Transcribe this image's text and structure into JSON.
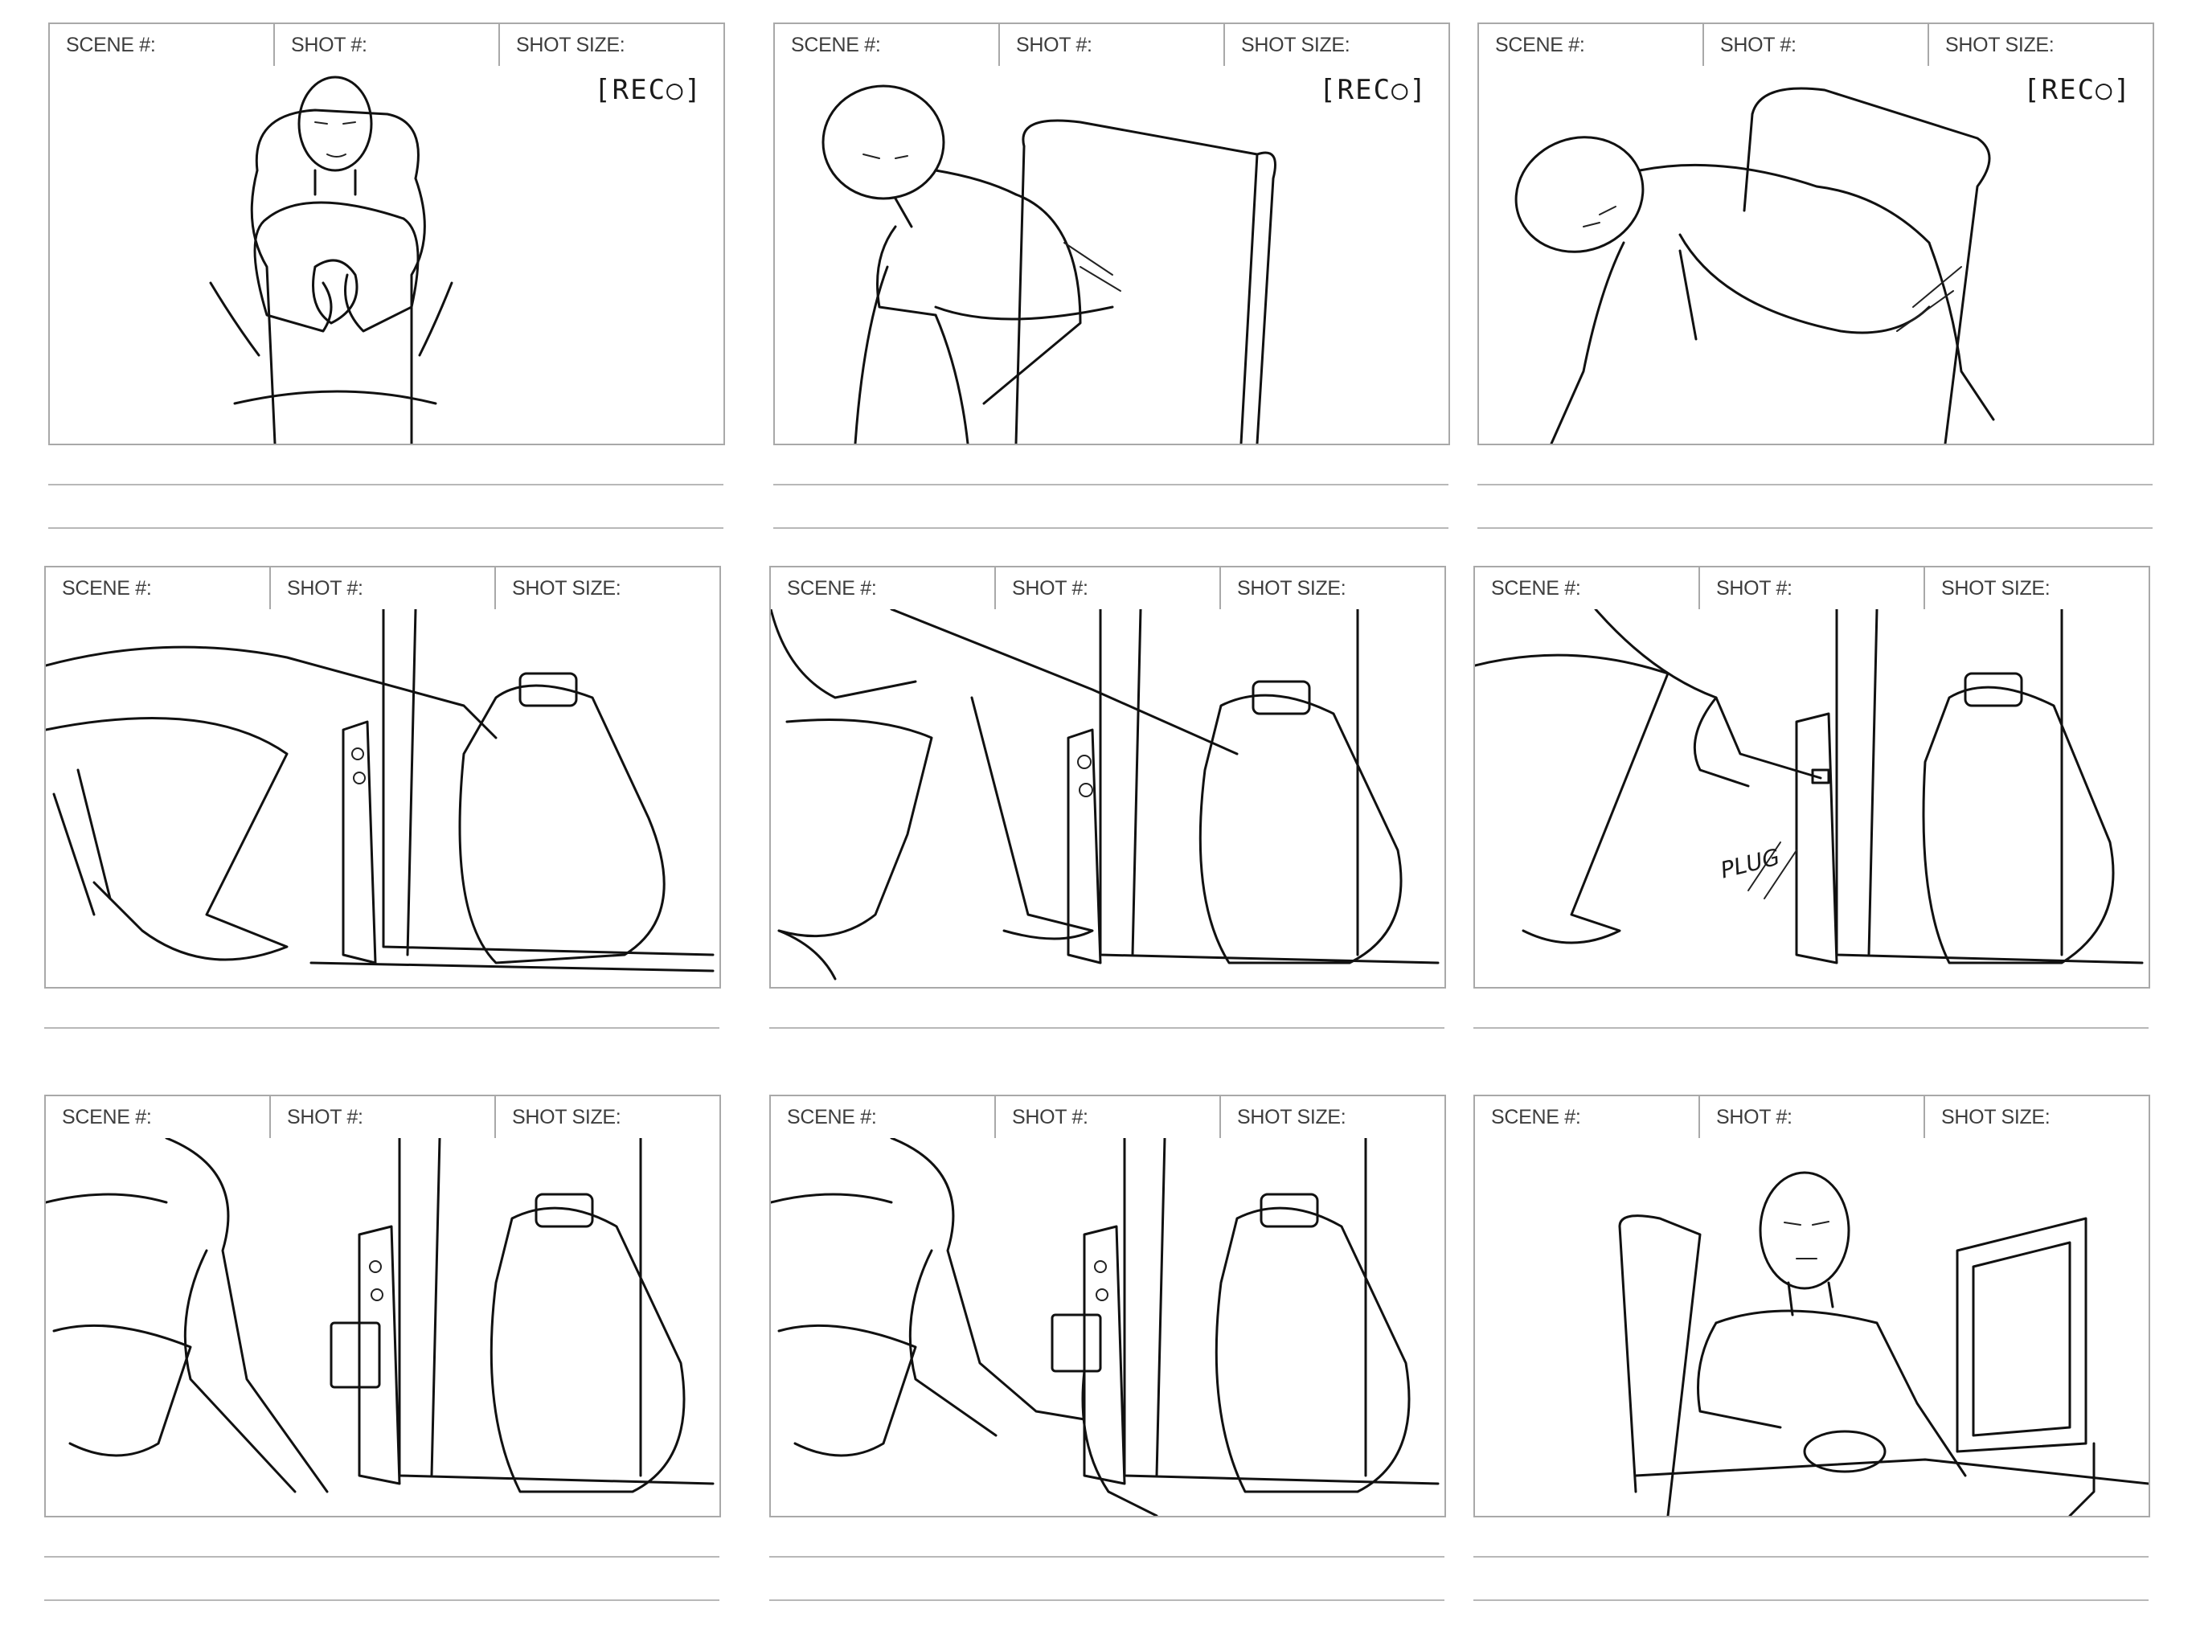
{
  "storyboard": {
    "header_labels": {
      "scene": "SCENE #:",
      "shot": "SHOT #:",
      "shot_size": "SHOT SIZE:"
    },
    "panels": [
      {
        "id": 1,
        "annotation": "[REC○]",
        "drawing": "man-seated-stretching-arms-icon"
      },
      {
        "id": 2,
        "annotation": "[REC○]",
        "drawing": "man-leaning-forward-in-chair-icon"
      },
      {
        "id": 3,
        "annotation": "[REC○]",
        "drawing": "man-bending-down-icon"
      },
      {
        "id": 4,
        "annotation": "",
        "drawing": "hand-reaching-behind-backpack-icon"
      },
      {
        "id": 5,
        "annotation": "",
        "drawing": "hand-reaching-computer-tower-icon"
      },
      {
        "id": 6,
        "annotation": "PLUG",
        "drawing": "hand-plugging-usb-icon"
      },
      {
        "id": 7,
        "annotation": "",
        "drawing": "hand-at-device-cable-icon"
      },
      {
        "id": 8,
        "annotation": "",
        "drawing": "hand-holding-cable-icon"
      },
      {
        "id": 9,
        "annotation": "",
        "drawing": "man-at-computer-desk-icon"
      }
    ]
  }
}
